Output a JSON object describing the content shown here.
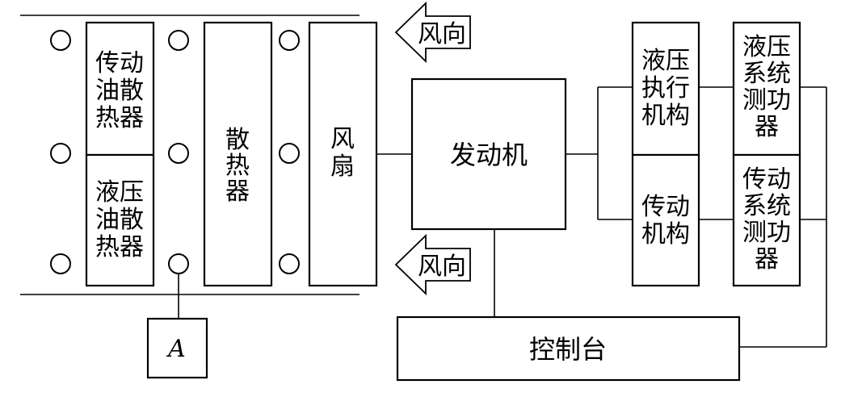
{
  "blocks": {
    "transmission_oil_cooler": [
      "传动",
      "油散",
      "热器"
    ],
    "hydraulic_oil_cooler": [
      "液压",
      "油散",
      "热器"
    ],
    "radiator": [
      "散",
      "热",
      "器"
    ],
    "fan": [
      "风",
      "扇"
    ],
    "engine": "发动机",
    "hydraulic_actuator": [
      "液压",
      "执行",
      "机构"
    ],
    "transmission_mechanism": [
      "传动",
      "机构"
    ],
    "hydraulic_dynamometer": [
      "液压",
      "系统",
      "测功",
      "器"
    ],
    "transmission_dynamometer": [
      "传动",
      "系统",
      "测功",
      "器"
    ],
    "control_console": "控制台",
    "sensor_a": "A"
  },
  "wind_direction_label": "风向"
}
